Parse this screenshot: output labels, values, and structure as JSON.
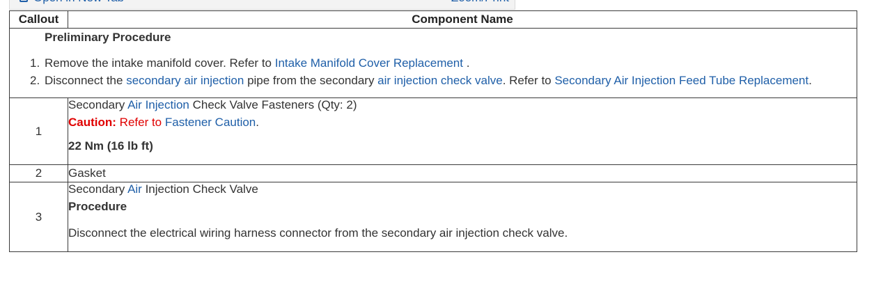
{
  "toolbar": {
    "open_new_tab": "Open in New Tab",
    "zoom_print": "Zoom/Print"
  },
  "table": {
    "headers": {
      "callout": "Callout",
      "component": "Component Name"
    },
    "preliminary": {
      "title": "Preliminary Procedure",
      "step1": {
        "num": "1.",
        "text_a": "Remove the intake manifold cover. Refer to ",
        "link": "Intake Manifold Cover Replacement",
        "text_b": " ."
      },
      "step2": {
        "num": "2.",
        "text_a": "Disconnect the ",
        "link1": "secondary air injection",
        "text_b": " pipe from the secondary ",
        "link2": "air injection check valve",
        "text_c": ". Refer to ",
        "link3": "Secondary Air Injection Feed Tube Replacement",
        "text_d": "."
      }
    },
    "rows": [
      {
        "callout": "1",
        "name_a": "Secondary ",
        "name_link": "Air Injection",
        "name_b": " Check Valve Fasteners (Qty: 2)",
        "caution_label": "Caution:",
        "caution_text": " Refer to ",
        "caution_link": "Fastener Caution",
        "caution_end": ".",
        "torque": "22 Nm (16 lb ft)"
      },
      {
        "callout": "2",
        "name": "Gasket"
      },
      {
        "callout": "3",
        "name_a": "Secondary ",
        "name_link": "Air",
        "name_b": " Injection Check Valve",
        "procedure_title": "Procedure",
        "procedure_text": "Disconnect the electrical wiring harness connector from the secondary air injection check valve."
      }
    ]
  },
  "colors": {
    "link": "#1f5fa8",
    "caution": "#e00000",
    "text": "#333333"
  }
}
